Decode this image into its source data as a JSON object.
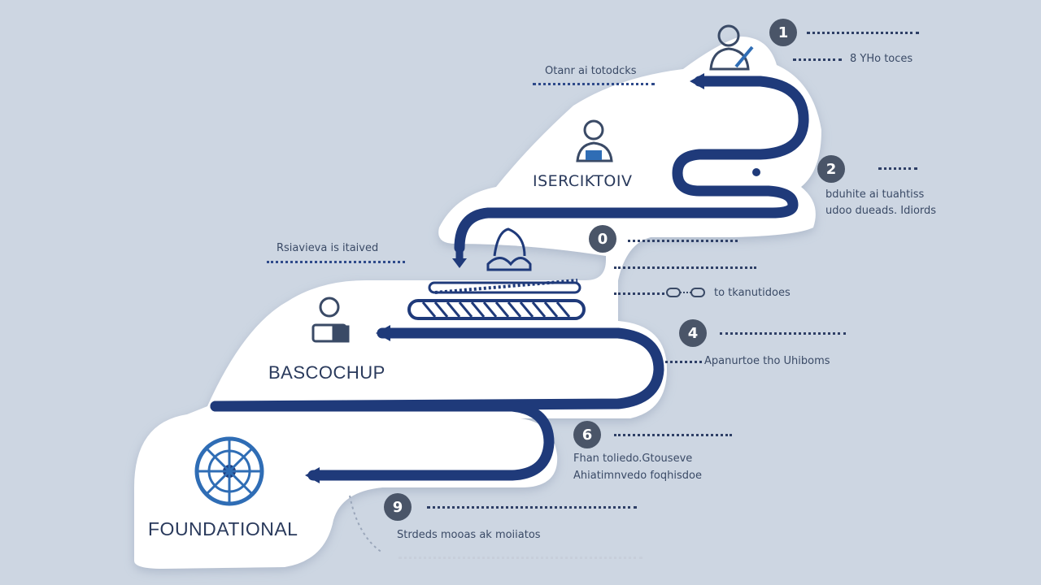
{
  "levels": [
    {
      "label": "FOUNDATIONAL",
      "icon": "gear-wheel-icon"
    },
    {
      "label": "BASCOCHUP",
      "icon": "person-book-icon"
    },
    {
      "label": "",
      "icon": "hands-book-icon"
    },
    {
      "label": "ISERCIKTOIV",
      "icon": "team-person-icon"
    },
    {
      "label": "",
      "icon": "person-pen-icon"
    }
  ],
  "left_notes": [
    {
      "text": "Otanr ai totodcks"
    },
    {
      "text": "Rsiavieva is itaived"
    }
  ],
  "steps": [
    {
      "num": "1",
      "text": "8 YHo toces"
    },
    {
      "num": "2",
      "line1": "bduhite ai tuahtiss",
      "line2": "udoo dueads. Idiords"
    },
    {
      "num": "0",
      "text": ""
    },
    {
      "num": "",
      "text": "to tkanutidoes"
    },
    {
      "num": "4",
      "text": "Apanurtoe tho Uhiboms"
    },
    {
      "num": "6",
      "line1": "Fhan toliedo.Gtouseve",
      "line2": "Ahiatimnvedo foqhisdoe"
    },
    {
      "num": "9",
      "text": "Strdeds mooas ak moiiatos"
    }
  ],
  "colors": {
    "background": "#cdd6e2",
    "path": "#1f3a7a",
    "panel": "#ffffff",
    "badge": "#4a5568"
  }
}
